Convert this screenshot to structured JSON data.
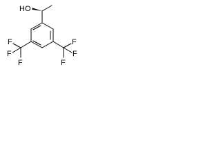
{
  "molecule": {
    "atoms": {
      "hydroxyl": "HO",
      "fluorine": "F"
    },
    "stereo": {
      "chiral_center_bond": "wedge"
    }
  }
}
